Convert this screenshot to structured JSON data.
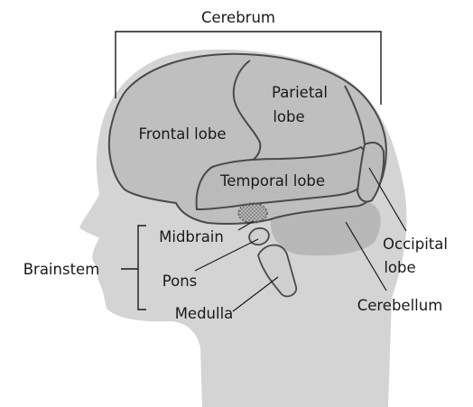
{
  "labels": {
    "cerebrum": "Cerebrum",
    "parietal_lobe_line1": "Parietal",
    "parietal_lobe_line2": "lobe",
    "frontal_lobe": "Frontal lobe",
    "temporal_lobe": "Temporal lobe",
    "midbrain": "Midbrain",
    "brainstem": "Brainstem",
    "pons": "Pons",
    "medulla": "Medulla",
    "occipital_lobe_line1": "Occipital",
    "occipital_lobe_line2": "lobe",
    "cerebellum": "Cerebellum"
  },
  "colors": {
    "head": "#d4d4d4",
    "brain": "#bfbfbf",
    "outline": "#4a4a4a",
    "text": "#1a1a1a"
  }
}
